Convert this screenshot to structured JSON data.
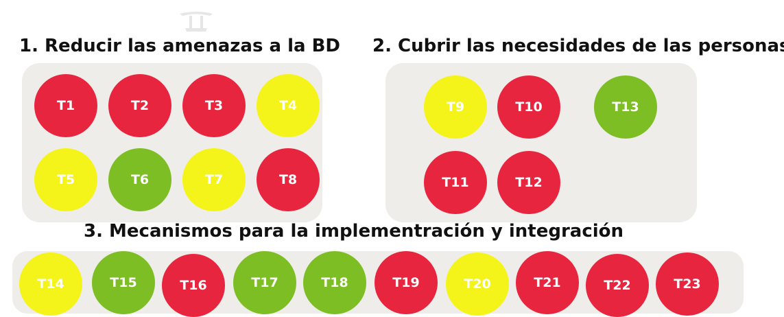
{
  "colors": {
    "red": "#e8253f",
    "yellow": "#f4f41a",
    "green": "#7cbe24",
    "panel": "#efedea",
    "title": "#111111"
  },
  "groups": [
    {
      "title": "1. Reducir las amenazas a la BD",
      "tasks": [
        {
          "label": "T1",
          "status": "red"
        },
        {
          "label": "T2",
          "status": "red"
        },
        {
          "label": "T3",
          "status": "red"
        },
        {
          "label": "T4",
          "status": "yellow"
        },
        {
          "label": "T5",
          "status": "yellow"
        },
        {
          "label": "T6",
          "status": "green"
        },
        {
          "label": "T7",
          "status": "yellow"
        },
        {
          "label": "T8",
          "status": "red"
        }
      ]
    },
    {
      "title": "2. Cubrir las necesidades de las personas",
      "tasks": [
        {
          "label": "T9",
          "status": "yellow"
        },
        {
          "label": "T10",
          "status": "red"
        },
        {
          "label": "T13",
          "status": "green"
        },
        {
          "label": "T11",
          "status": "red"
        },
        {
          "label": "T12",
          "status": "red"
        }
      ]
    },
    {
      "title": "3. Mecanismos para la implementración y integración",
      "tasks": [
        {
          "label": "T14",
          "status": "yellow"
        },
        {
          "label": "T15",
          "status": "green"
        },
        {
          "label": "T16",
          "status": "red"
        },
        {
          "label": "T17",
          "status": "green"
        },
        {
          "label": "T18",
          "status": "green"
        },
        {
          "label": "T19",
          "status": "red"
        },
        {
          "label": "T20",
          "status": "yellow"
        },
        {
          "label": "T21",
          "status": "red"
        },
        {
          "label": "T22",
          "status": "red"
        },
        {
          "label": "T23",
          "status": "red"
        }
      ]
    }
  ]
}
